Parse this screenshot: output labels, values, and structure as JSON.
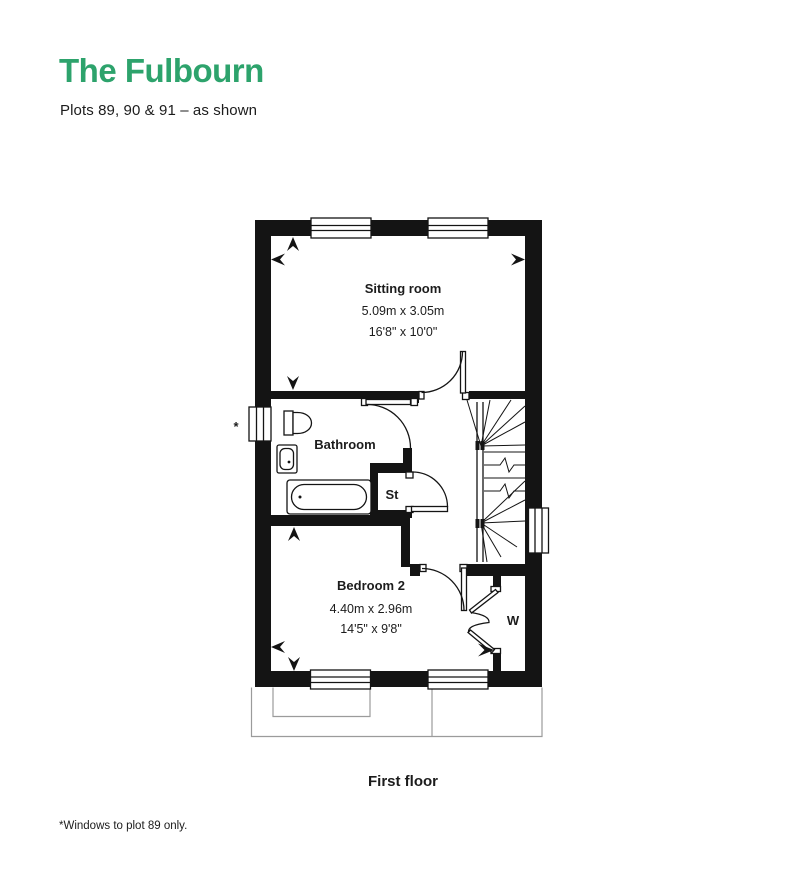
{
  "header": {
    "title": "The Fulbourn",
    "subtitle": "Plots 89, 90 & 91 – as shown",
    "accent_color": "#2da36c"
  },
  "floorplan": {
    "rooms": {
      "sitting_room": {
        "name": "Sitting room",
        "metric": "5.09m x 3.05m",
        "imperial": "16'8\" x 10'0\""
      },
      "bathroom": {
        "name": "Bathroom"
      },
      "store": {
        "name": "St"
      },
      "bedroom2": {
        "name": "Bedroom 2",
        "metric": "4.40m x 2.96m",
        "imperial": "14'5\" x 9'8\""
      },
      "wardrobe": {
        "name": "W"
      }
    },
    "window_marker": "*",
    "floor_label": "First floor",
    "footnote": "*Windows to plot 89 only."
  }
}
